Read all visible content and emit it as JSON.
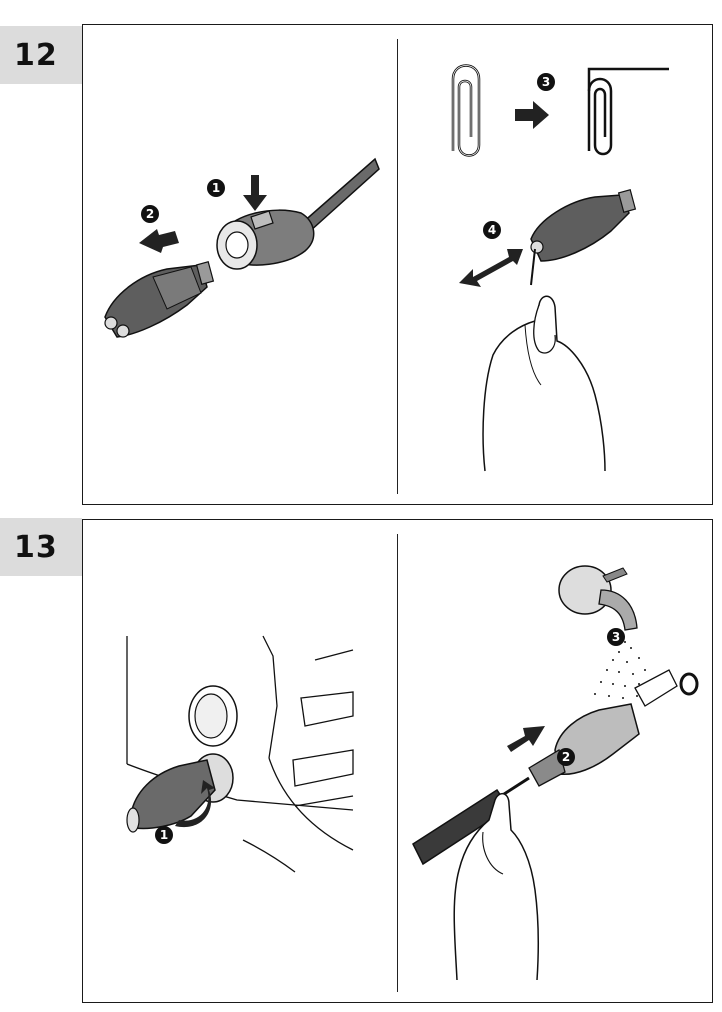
{
  "sections": [
    {
      "number": "12",
      "left_panel": {
        "steps": [
          "1",
          "2"
        ]
      },
      "right_panel": {
        "steps": [
          "3",
          "4"
        ]
      }
    },
    {
      "number": "13",
      "left_panel": {
        "steps": [
          "1"
        ]
      },
      "right_panel": {
        "steps": [
          "2",
          "3"
        ]
      }
    }
  ],
  "colors": {
    "tab_background": "#dcdcdc",
    "frame_border": "#1a1a1a",
    "badge_fill": "#111111"
  }
}
